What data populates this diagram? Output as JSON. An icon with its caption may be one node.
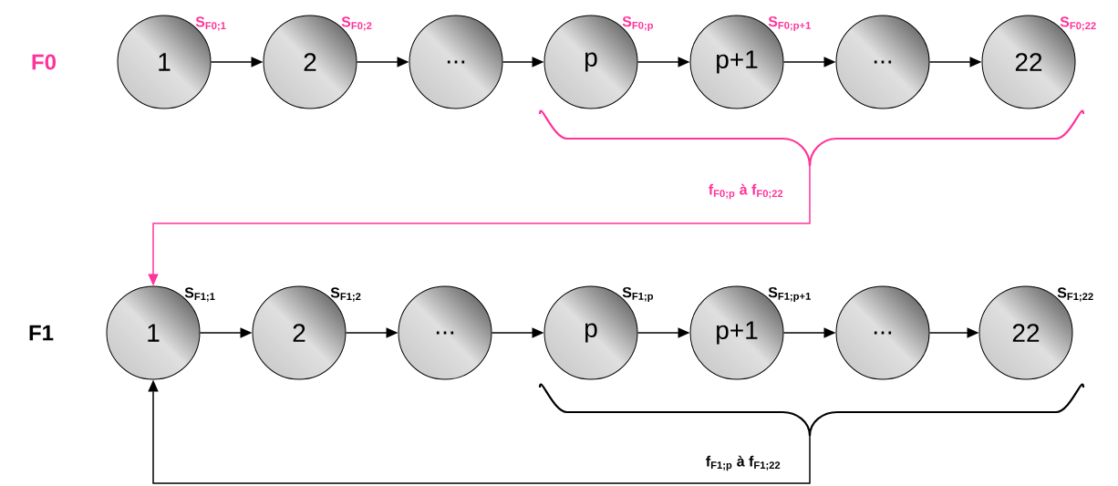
{
  "diagram": {
    "nodes": [
      {
        "text": [
          "1"
        ],
        "beside": [
          "S$_{F0;1}$"
        ]
      },
      {
        "text": [
          "2"
        ],
        "beside": [
          "S$_{F0;2}$"
        ]
      },
      {
        "text": [
          "..."
        ]
      },
      {
        "text": [
          "p"
        ],
        "beside": [
          "S$_{F0;p}$"
        ]
      },
      {
        "text": [
          "p+1"
        ],
        "beside": [
          "S$_{F0;p+1}$"
        ]
      },
      {
        "text": [
          "..."
        ]
      },
      {
        "text": [
          "22"
        ],
        "beside": [
          "S$_{F0;22}$"
        ]
      },
      {
        "text": [
          "1"
        ],
        "beside": [
          "S$_{F1;1}$"
        ]
      },
      {
        "text": [
          "2"
        ],
        "beside": [
          "S$_{F1;2}$"
        ]
      },
      {
        "text": [
          "..."
        ]
      },
      {
        "text": [
          "p"
        ],
        "beside": [
          "S$_{F1;p}$"
        ]
      },
      {
        "text": [
          "p+1"
        ],
        "beside": [
          "S$_{F1;p+1}$"
        ]
      },
      {
        "text": [
          "..."
        ]
      },
      {
        "text": [
          "22"
        ],
        "beside": [
          "S$_{F1;22}$"
        ]
      },
      {
        "text": [],
        "shape": "brace"
      },
      {
        "text": [],
        "shape": "brace"
      }
    ],
    "edges": [
      {
        "from": 0,
        "to": 1,
        "arrow": "to"
      },
      {
        "from": 1,
        "to": 2,
        "arrow": "to"
      },
      {
        "from": 2,
        "to": 3,
        "arrow": "to"
      },
      {
        "from": 3,
        "to": 4,
        "arrow": "to"
      },
      {
        "from": 4,
        "to": 5,
        "arrow": "to"
      },
      {
        "from": 5,
        "to": 6,
        "arrow": "to"
      },
      {
        "from": 7,
        "to": 8,
        "arrow": "to"
      },
      {
        "from": 8,
        "to": 9,
        "arrow": "to"
      },
      {
        "from": 9,
        "to": 10,
        "arrow": "to"
      },
      {
        "from": 10,
        "to": 11,
        "arrow": "to"
      },
      {
        "from": 11,
        "to": 12,
        "arrow": "to"
      },
      {
        "from": 12,
        "to": 13,
        "arrow": "to"
      },
      {
        "from": 14,
        "to": 7,
        "arrow": "to",
        "label": "f$_{F0;p}$ à f$_{F0;22}$",
        "color": "#ff3399"
      },
      {
        "from": 15,
        "to": 7,
        "arrow": "to",
        "label": "f$_{F1;p}$ à f$_{F1;22}$"
      }
    ],
    "labels": [
      "F0",
      "F1"
    ]
  }
}
